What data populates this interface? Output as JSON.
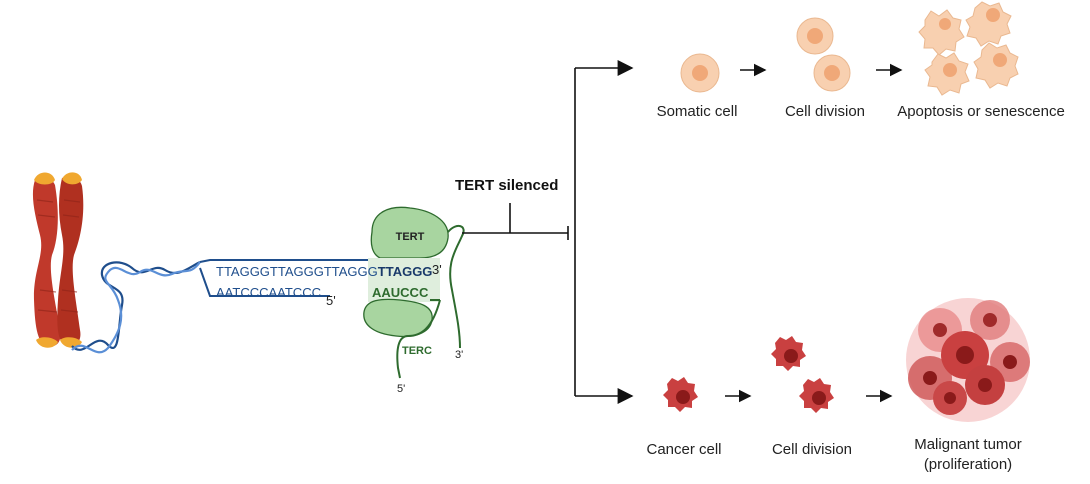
{
  "mechanism": {
    "tert_silenced_label": "TERT silenced",
    "tert_label": "TERT",
    "terc_label": "TERC",
    "dna_top_strand": "TTAGGGTTAGGGTTAGGG",
    "dna_top_strand_bold": "TTAGGG",
    "dna_top_end": "3'",
    "dna_bottom_strand": "AATCCCAATCCC",
    "dna_bottom_end": "5'",
    "rna_template": "AAUCCC",
    "rna_3_end": "3'",
    "rna_5_end": "5'"
  },
  "somatic_path": {
    "step1": "Somatic cell",
    "step2": "Cell division",
    "step3": "Apoptosis or senescence"
  },
  "cancer_path": {
    "step1": "Cancer cell",
    "step2": "Cell division",
    "step3_line1": "Malignant tumor",
    "step3_line2": "(proliferation)"
  },
  "colors": {
    "chromosome": "#c0392b",
    "telomere_cap": "#f0a830",
    "dna_blue": "#1f4e8c",
    "dna_light": "#5b8fd6",
    "green_dark": "#2e6b2e",
    "green_fill": "#a8d5a0",
    "somatic_fill": "#f8d0b0",
    "somatic_nucleus": "#f0a878",
    "cancer_fill": "#c94040",
    "cancer_nucleus": "#8a1a1a"
  }
}
